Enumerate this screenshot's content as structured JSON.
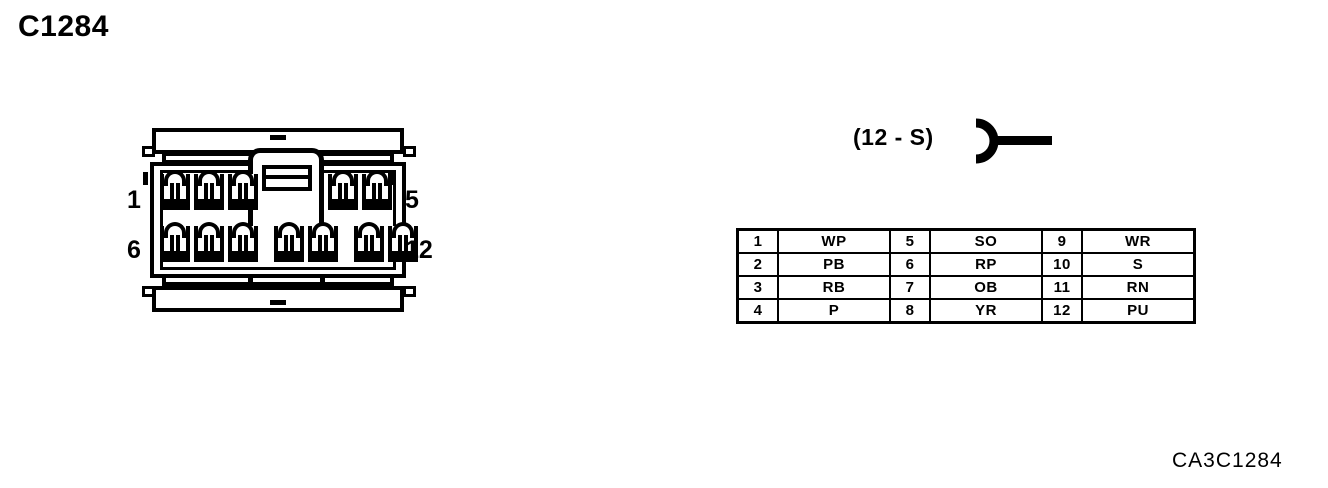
{
  "title": "C1284",
  "reference_code": "CA3C1284",
  "connector": {
    "pin_labels": {
      "top_left": "1",
      "bottom_left": "6",
      "top_right": "5",
      "bottom_right": "12"
    },
    "top_row_cavities": 5,
    "bottom_row_cavities": 7
  },
  "terminal": {
    "note": "(12 - S)",
    "symbol_name": "terminal-fork-symbol"
  },
  "pin_table": {
    "rows": [
      {
        "n1": "1",
        "v1": "WP",
        "n2": "5",
        "v2": "SO",
        "n3": "9",
        "v3": "WR"
      },
      {
        "n1": "2",
        "v1": "PB",
        "n2": "6",
        "v2": "RP",
        "n3": "10",
        "v3": "S"
      },
      {
        "n1": "3",
        "v1": "RB",
        "n2": "7",
        "v2": "OB",
        "n3": "11",
        "v3": "RN"
      },
      {
        "n1": "4",
        "v1": "P",
        "n2": "8",
        "v2": "YR",
        "n3": "12",
        "v3": "PU"
      }
    ]
  },
  "colors": {
    "ink": "#000000",
    "paper": "#ffffff"
  }
}
